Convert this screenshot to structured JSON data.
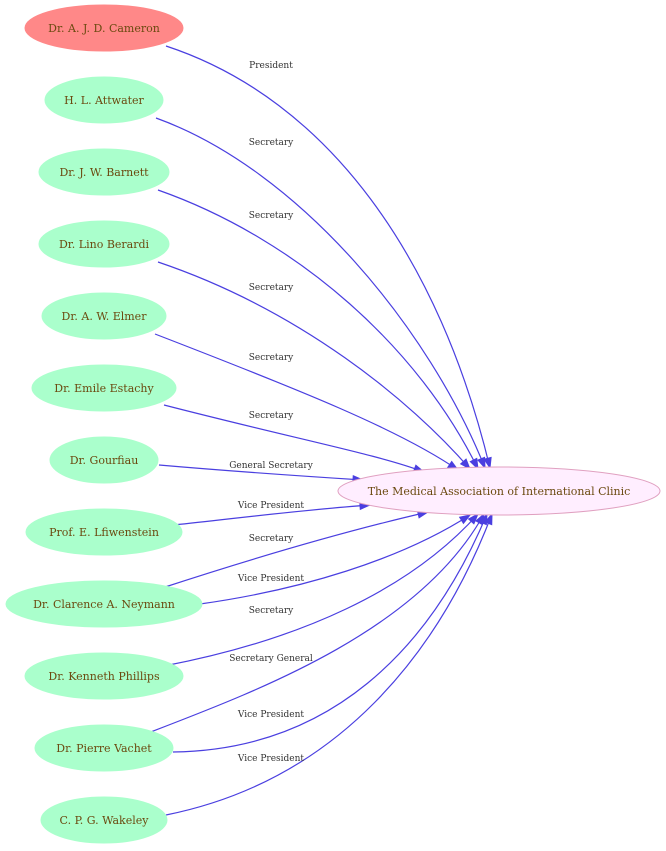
{
  "colors": {
    "person_fill": "#aaffcc",
    "highlight_fill": "#ff8888",
    "target_fill": "#ffeeff",
    "target_stroke": "#e0a0c0",
    "edge": "#4a3fe0",
    "text": "#6b4a10"
  },
  "target": {
    "label": "The Medical Association of International Clinic"
  },
  "nodes": [
    {
      "label": "Dr. A. J. D. Cameron",
      "highlight": true
    },
    {
      "label": "H. L. Attwater"
    },
    {
      "label": "Dr. J. W. Barnett"
    },
    {
      "label": "Dr. Lino Berardi"
    },
    {
      "label": "Dr. A. W. Elmer"
    },
    {
      "label": "Dr. Emile Estachy"
    },
    {
      "label": "Dr. Gourfiau"
    },
    {
      "label": "Prof. E. Lfiwenstein"
    },
    {
      "label": "Dr. Clarence A. Neymann"
    },
    {
      "label": "Dr. Kenneth Phillips"
    },
    {
      "label": "Dr. Pierre Vachet"
    },
    {
      "label": "C. P. G. Wakeley"
    }
  ],
  "edges": [
    {
      "from": 0,
      "label": "President"
    },
    {
      "from": 1,
      "label": "Secretary"
    },
    {
      "from": 2,
      "label": "Secretary"
    },
    {
      "from": 3,
      "label": "Secretary"
    },
    {
      "from": 4,
      "label": "Secretary"
    },
    {
      "from": 5,
      "label": "Secretary"
    },
    {
      "from": 6,
      "label": "General Secretary"
    },
    {
      "from": 7,
      "label": "Vice President"
    },
    {
      "from": 8,
      "label": "Secretary"
    },
    {
      "from": 8,
      "label": "Vice President"
    },
    {
      "from": 9,
      "label": "Secretary"
    },
    {
      "from": 10,
      "label": "Secretary General"
    },
    {
      "from": 10,
      "label": "Vice President"
    },
    {
      "from": 11,
      "label": "Vice President"
    }
  ]
}
